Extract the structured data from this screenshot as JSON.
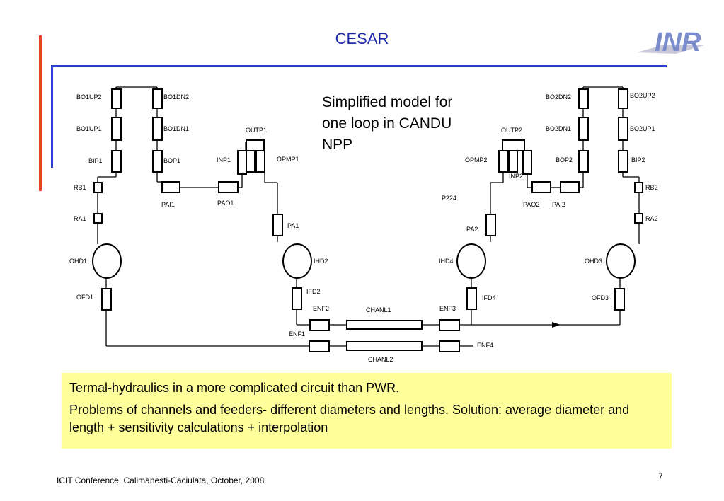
{
  "title": "CESAR",
  "logo_text": "INR",
  "description": "Simplified model for one loop in CANDU NPP",
  "notes": [
    "Termal-hydraulics in a more complicated circuit than PWR.",
    "Problems of channels and feeders- different diameters and lengths. Solution: average diameter and length + sensitivity calculations + interpolation"
  ],
  "footer": "ICIT Conference, Calimanesti-Caciulata, October, 2008",
  "page_number": "7",
  "labels": {
    "BO1UP2": "BO1UP2",
    "BO1DN2": "BO1DN2",
    "BO1UP1": "BO1UP1",
    "BO1DN1": "BO1DN1",
    "BIP1": "BIP1",
    "BOP1": "BOP1",
    "RB1": "RB1",
    "RA1": "RA1",
    "PAI1": "PAI1",
    "PAO1": "PAO1",
    "INP1": "INP1",
    "OUTP1": "OUTP1",
    "OPMP1": "OPMP1",
    "PA1": "PA1",
    "OHD1": "OHD1",
    "OFD1": "OFD1",
    "IHD2": "IHD2",
    "IFD2": "IFD2",
    "ENF2": "ENF2",
    "ENF1": "ENF1",
    "CHANL1": "CHANL1",
    "CHANL2": "CHANL2",
    "ENF3": "ENF3",
    "ENF4": "ENF4",
    "IHD4": "IHD4",
    "IFD4": "IFD4",
    "PA2": "PA2",
    "P224": "P224",
    "OPMP2": "OPMP2",
    "OUTP2": "OUTP2",
    "INP2": "INP2",
    "PAO2": "PAO2",
    "PAI2": "PAI2",
    "BO2DN2": "BO2DN2",
    "BO2UP2": "BO2UP2",
    "BO2DN1": "BO2DN1",
    "BO2UP1": "BO2UP1",
    "BOP2": "BOP2",
    "BIP2": "BIP2",
    "RB2": "RB2",
    "RA2": "RA2",
    "OHD3": "OHD3",
    "OFD3": "OFD3"
  },
  "colors": {
    "title": "#1f2aa8",
    "accent_red": "#e4411f",
    "accent_blue": "#2b3ccf",
    "note_bg": "#ffff9b"
  }
}
